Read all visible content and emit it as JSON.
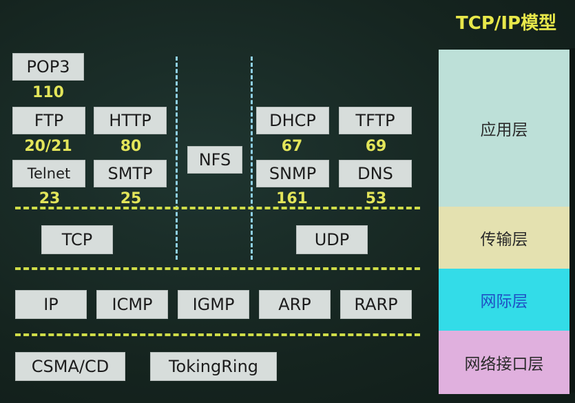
{
  "title": "TCP/IP模型",
  "layers": [
    {
      "label": "应用层",
      "color": "#bde0d8",
      "text_color": "#2a2a2a"
    },
    {
      "label": "传输层",
      "color": "#e4e1b0",
      "text_color": "#2a2a2a"
    },
    {
      "label": "网际层",
      "color": "#33dce8",
      "text_color": "#1f4fc4"
    },
    {
      "label": "网络接口层",
      "color": "#e0b0de",
      "text_color": "#2a2a2a"
    }
  ],
  "application": {
    "pop3": {
      "label": "POP3",
      "port": "110"
    },
    "ftp": {
      "label": "FTP",
      "port": "20/21"
    },
    "http": {
      "label": "HTTP",
      "port": "80"
    },
    "telnet": {
      "label": "Telnet",
      "port": "23"
    },
    "smtp": {
      "label": "SMTP",
      "port": "25"
    },
    "nfs": {
      "label": "NFS"
    },
    "dhcp": {
      "label": "DHCP",
      "port": "67"
    },
    "tftp": {
      "label": "TFTP",
      "port": "69"
    },
    "snmp": {
      "label": "SNMP",
      "port": "161"
    },
    "dns": {
      "label": "DNS",
      "port": "53"
    }
  },
  "transport": {
    "tcp": "TCP",
    "udp": "UDP"
  },
  "internet": [
    "IP",
    "ICMP",
    "IGMP",
    "ARP",
    "RARP"
  ],
  "network_interface": [
    "CSMA/CD",
    "TokingRing"
  ]
}
